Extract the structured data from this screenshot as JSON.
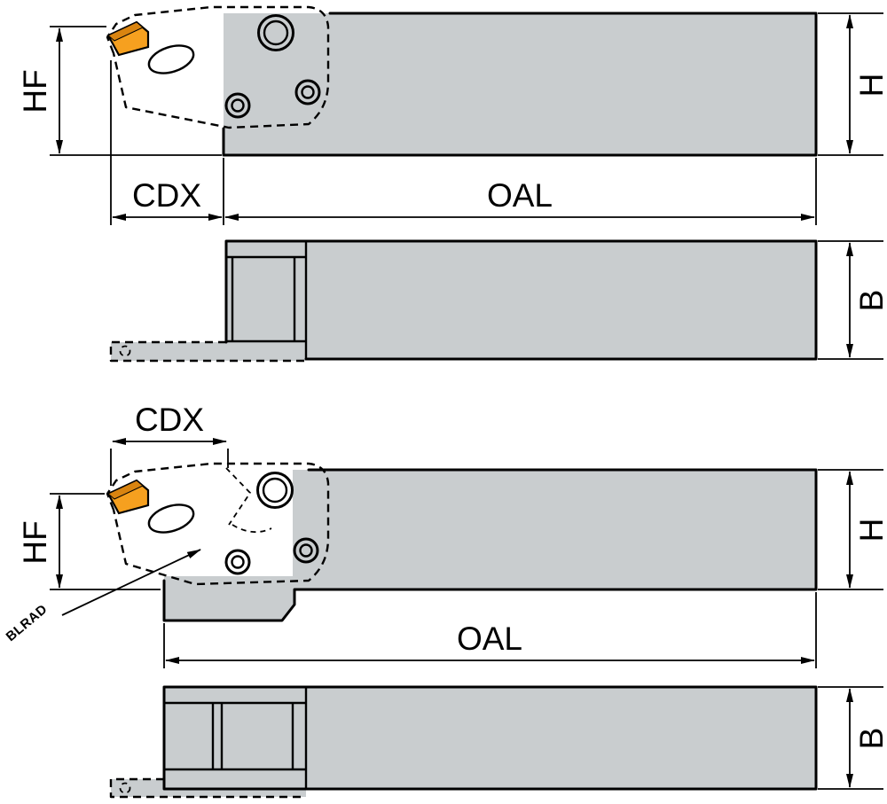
{
  "drawing": {
    "type": "technical-drawing",
    "subject": "Face grooving toolholder dimension views (two sizes, side and top views)",
    "colors": {
      "body": "#c9cdcf",
      "insert": "#f6a01f",
      "insert_shadow": "#d98410",
      "line": "#000000",
      "background": "#ffffff"
    },
    "views": {
      "tool1_side": {
        "labels": {
          "hf": "HF",
          "h": "H",
          "cdx": "CDX",
          "oal": "OAL"
        }
      },
      "tool1_top": {
        "labels": {
          "b": "B"
        }
      },
      "tool2_side": {
        "labels": {
          "hf": "HF",
          "h": "H",
          "cdx": "CDX",
          "oal": "OAL",
          "blrad": "BLRAD"
        }
      },
      "tool2_top": {
        "labels": {
          "b": "B"
        }
      }
    }
  }
}
